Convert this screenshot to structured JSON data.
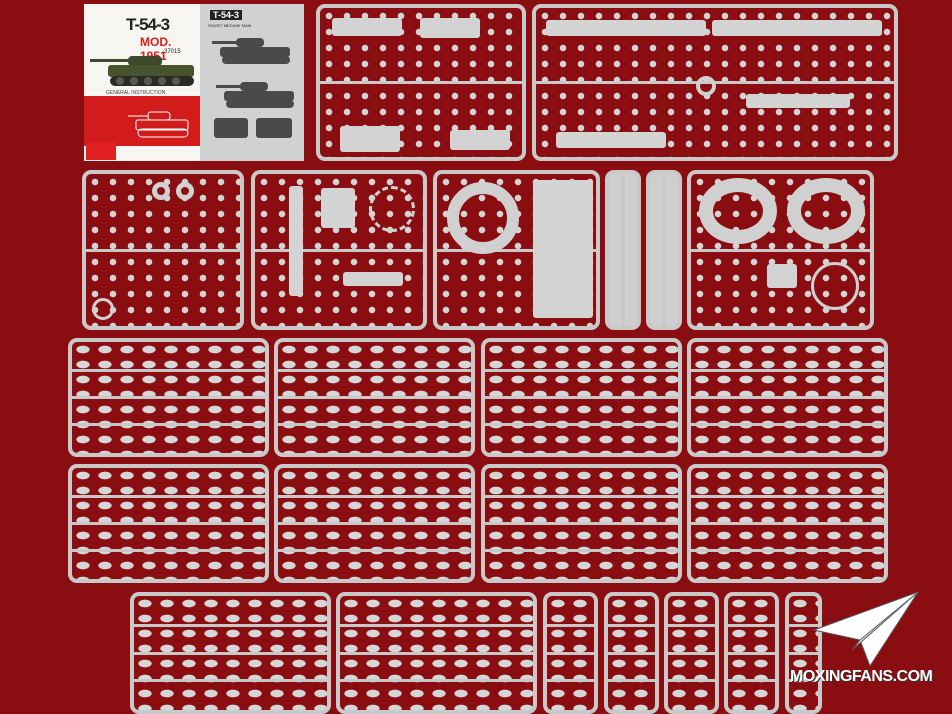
{
  "image": {
    "background_color": "#8a0d12",
    "sprue_color": "#c9c9c9"
  },
  "box_art": {
    "title": "T-54-3",
    "subtitle": "MOD. 1951",
    "code": "37015",
    "general_instruction": "GENERAL INSTRUCTION",
    "side_title": "T-54-3",
    "side_subtitle": "SOVIET MEDIUM TANK"
  },
  "watermark": {
    "text": "MOXINGFANS.COM",
    "icon": "paper-plane-icon"
  }
}
